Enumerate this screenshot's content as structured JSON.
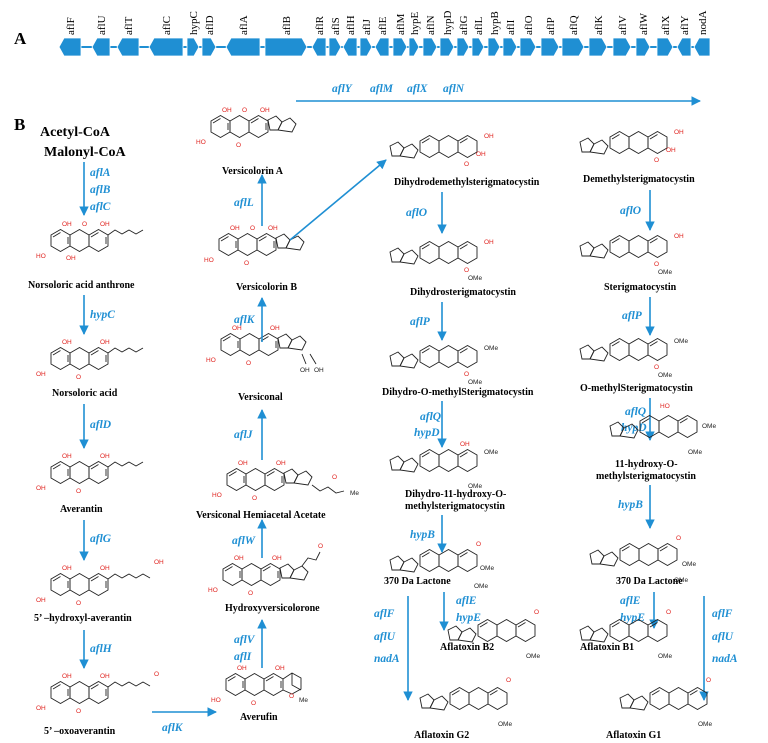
{
  "panels": {
    "a": "A",
    "b": "B"
  },
  "colors": {
    "arrow": "#1f8fd3",
    "gene": "#1f8fd3",
    "heteroatom": "#e0231f",
    "bond": "#222222"
  },
  "genes": [
    "aflF",
    "aflU",
    "aflT",
    "aflC",
    "hypC",
    "aflD",
    "aflA",
    "aflB",
    "aflR",
    "aflS",
    "aflH",
    "aflJ",
    "aflE",
    "aflM",
    "hypE",
    "aflN",
    "hypD",
    "aflG",
    "aflL",
    "hypB",
    "aflI",
    "aflO",
    "aflP",
    "aflQ",
    "aflK",
    "aflV",
    "aflW",
    "aflX",
    "aflY",
    "nodA"
  ],
  "start": {
    "line1": "Acetyl-CoA",
    "line2": "Malonyl-CoA"
  },
  "compounds": {
    "nor_anthrone": "Norsoloric acid anthrone",
    "nor_acid": "Norsoloric acid",
    "averantin": "Averantin",
    "hydroxy_averantin": "5’ –hydroxyl-averantin",
    "oxoaverantin": "5’ –oxoaverantin",
    "averufin": "Averufin",
    "hydroxyversicolorone": "Hydroxyversicolorone",
    "vha": "Versiconal Hemiacetal Acetate",
    "versiconal": "Versiconal",
    "versicolorin_b": "Versicolorin B",
    "versicolorin_a": "Versicolorin A",
    "dhdmst": "Dihydrodemethylsterigmatocystin",
    "dhst": "Dihydrosterigmatocystin",
    "dhomst": "Dihydro-O-methylSterigmatocystin",
    "dh11_l1": "Dihydro-11-hydroxy-O-",
    "dh11_l2": "methylsterigmatocystin",
    "lactone_left": "370 Da Lactone",
    "afb2": "Aflatoxin B2",
    "afg2": "Aflatoxin G2",
    "dmst": "Demethylsterigmatocystin",
    "st": "Sterigmatocystin",
    "omst": "O-methylSterigmatocystin",
    "h11_l1": "11-hydroxy-O-",
    "h11_l2": "methylsterigmatocystin",
    "lactone_right": "370 Da Lactone",
    "afb1": "Aflatoxin B1",
    "afg1": "Aflatoxin G1"
  },
  "enzymes": {
    "s1": [
      "aflA",
      "aflB",
      "aflC"
    ],
    "s2": [
      "hypC"
    ],
    "s3": [
      "aflD"
    ],
    "s4": [
      "aflG"
    ],
    "s5": [
      "aflH"
    ],
    "s6": [
      "aflK"
    ],
    "s7": [
      "aflV",
      "aflI"
    ],
    "s8": [
      "aflW"
    ],
    "s9": [
      "aflJ"
    ],
    "s10": [
      "aflK"
    ],
    "s11": [
      "aflL"
    ],
    "top": [
      "aflY",
      "aflM",
      "aflX",
      "aflN"
    ],
    "l1": [
      "aflO"
    ],
    "l2": [
      "aflP"
    ],
    "l3": [
      "aflQ",
      "hypD"
    ],
    "l4": [
      "hypB"
    ],
    "l5": [
      "aflE",
      "hypE"
    ],
    "l6": [
      "aflF",
      "aflU",
      "nadA"
    ],
    "r1": [
      "aflO"
    ],
    "r2": [
      "aflP"
    ],
    "r3": [
      "aflQ",
      "hypD"
    ],
    "r4": [
      "hypB"
    ],
    "r5": [
      "aflE",
      "hypE"
    ],
    "r6": [
      "aflF",
      "aflU",
      "nadA"
    ]
  },
  "atoms": {
    "oh": "OH",
    "o": "O",
    "ome": "OMe",
    "me": "Me",
    "ho": "HO"
  }
}
